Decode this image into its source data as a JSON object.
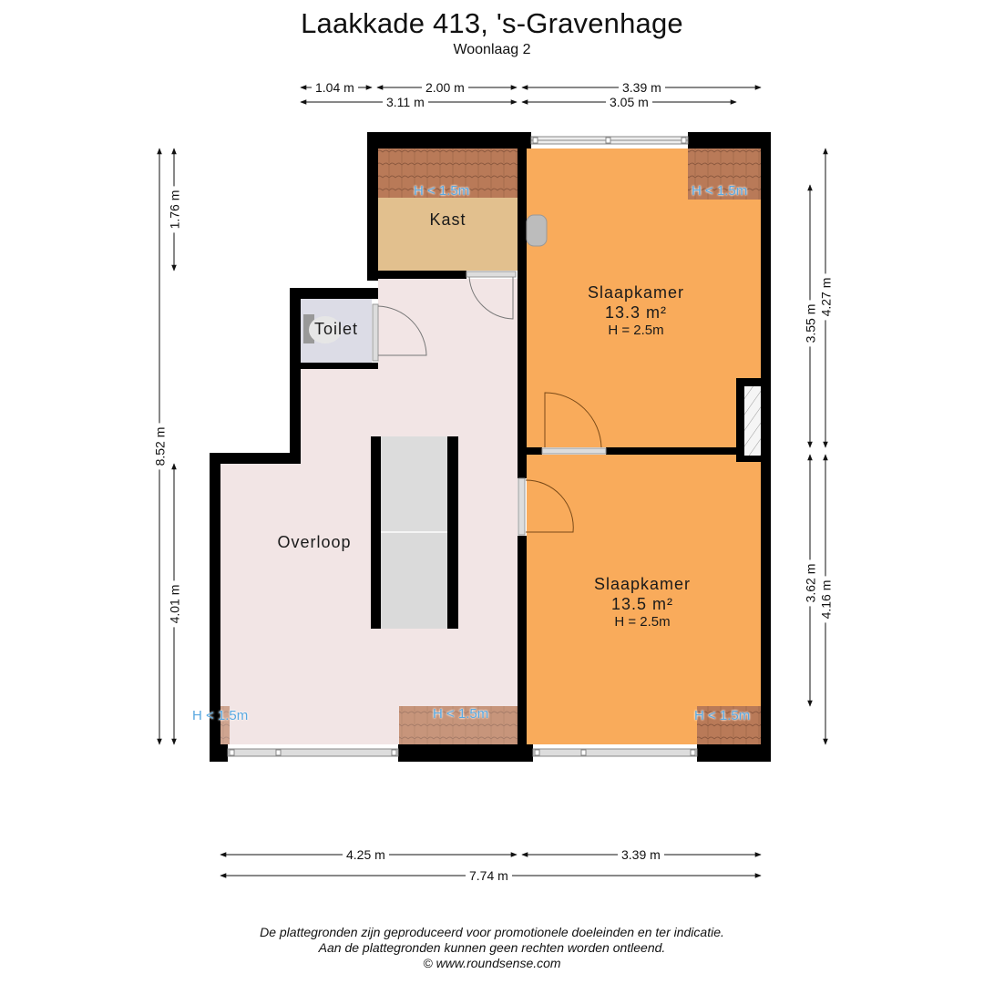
{
  "header": {
    "title": "Laakkade 413, 's-Gravenhage",
    "subtitle": "Woonlaag 2"
  },
  "dimensions": {
    "top_row1": [
      "1.04 m",
      "2.00 m",
      "3.39 m"
    ],
    "top_row2": [
      "3.11 m",
      "3.05 m"
    ],
    "left_outer": "8.52 m",
    "left_inner": [
      "1.76 m",
      "4.01 m"
    ],
    "right_inner": [
      "3.55 m",
      "3.62 m"
    ],
    "right_outer": [
      "4.27 m",
      "4.16 m"
    ],
    "bottom_row1": [
      "4.25 m",
      "3.39 m"
    ],
    "bottom_row2": "7.74 m"
  },
  "rooms": {
    "kast": {
      "name": "Kast"
    },
    "toilet": {
      "name": "Toilet"
    },
    "overloop": {
      "name": "Overloop"
    },
    "slaapkamer1": {
      "name": "Slaapkamer",
      "area": "13.3 m²",
      "height": "H = 2.5m"
    },
    "slaapkamer2": {
      "name": "Slaapkamer",
      "area": "13.5 m²",
      "height": "H = 2.5m"
    }
  },
  "height_markers": {
    "kast_top": "H < 1.5m",
    "bed1_topright": "H < 1.5m",
    "overloop_left": "H < 1.5m",
    "overloop_bottom": "H < 1.5m",
    "bed2_bottomright": "H < 1.5m"
  },
  "colors": {
    "wall": "#000000",
    "bedroom": "#f9ab5b",
    "hallway": "#f2e5e5",
    "storage": "#e2c08e",
    "toilet": "#dcdce6",
    "roof_tiles": "#b8795a",
    "stairs": "#dcdcdc",
    "height_marker": "#5aa8e0"
  },
  "footer": {
    "line1": "De plattegronden zijn geproduceerd voor promotionele doeleinden en ter indicatie.",
    "line2": "Aan de plattegronden kunnen geen rechten worden ontleend.",
    "line3": "© www.roundsense.com"
  }
}
